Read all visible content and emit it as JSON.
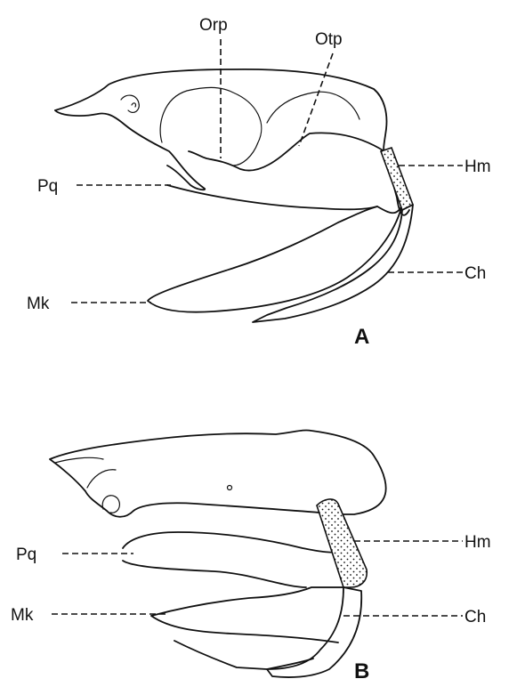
{
  "panels": [
    {
      "id": "A",
      "label": "A",
      "structures": {
        "orbital_process": "Orp",
        "otic_process": "Otp",
        "palatoquadrate": "Pq",
        "hyomandibula": "Hm",
        "meckels_cartilage": "Mk",
        "ceratohyal": "Ch"
      }
    },
    {
      "id": "B",
      "label": "B",
      "structures": {
        "palatoquadrate": "Pq",
        "hyomandibula": "Hm",
        "meckels_cartilage": "Mk",
        "ceratohyal": "Ch"
      }
    }
  ],
  "style": {
    "ink": "#111111",
    "background": "#ffffff"
  }
}
